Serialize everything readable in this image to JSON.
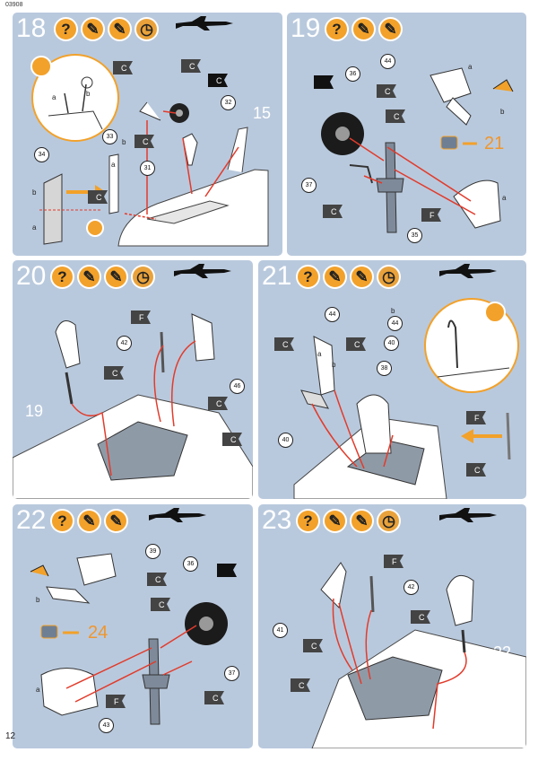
{
  "doc_code": "03908",
  "page_number": "12",
  "icons": {
    "question": "?",
    "glue": "glue-icon",
    "paint": "paint-brush-icon",
    "clock": "clock-icon"
  },
  "colors": {
    "panel": "#b9c9dd",
    "orange": "#f2a12a",
    "arrow": "#e23b2b",
    "accent_text": "#f0962c"
  },
  "steps": [
    {
      "number": "18",
      "ref_large": "15",
      "circles": [
        "32",
        "33",
        "31",
        "34"
      ],
      "flags": [
        "C",
        "C",
        "C",
        "C",
        "C"
      ],
      "letters": [
        "a",
        "b",
        "a",
        "b",
        "b",
        "a"
      ]
    },
    {
      "number": "19",
      "goto": "21",
      "circles": [
        "36",
        "44",
        "37",
        "35"
      ],
      "flags": [
        "C",
        "C",
        "C",
        "F"
      ],
      "letters": [
        "a",
        "b",
        "a"
      ]
    },
    {
      "number": "20",
      "ref_large": "19",
      "circles": [
        "42",
        "46"
      ],
      "flags": [
        "F",
        "C",
        "C",
        "C"
      ]
    },
    {
      "number": "21",
      "circles": [
        "44",
        "38",
        "40",
        "44",
        "40"
      ],
      "flags": [
        "C",
        "C",
        "F",
        "C"
      ],
      "letters": [
        "a",
        "b",
        "b"
      ]
    },
    {
      "number": "22",
      "goto": "24",
      "circles": [
        "39",
        "36",
        "37",
        "43"
      ],
      "flags": [
        "C",
        "C",
        "C",
        "F"
      ],
      "letters": [
        "b",
        "a"
      ]
    },
    {
      "number": "23",
      "ref_large": "22",
      "circles": [
        "42",
        "41"
      ],
      "flags": [
        "F",
        "C",
        "C",
        "C"
      ]
    }
  ]
}
